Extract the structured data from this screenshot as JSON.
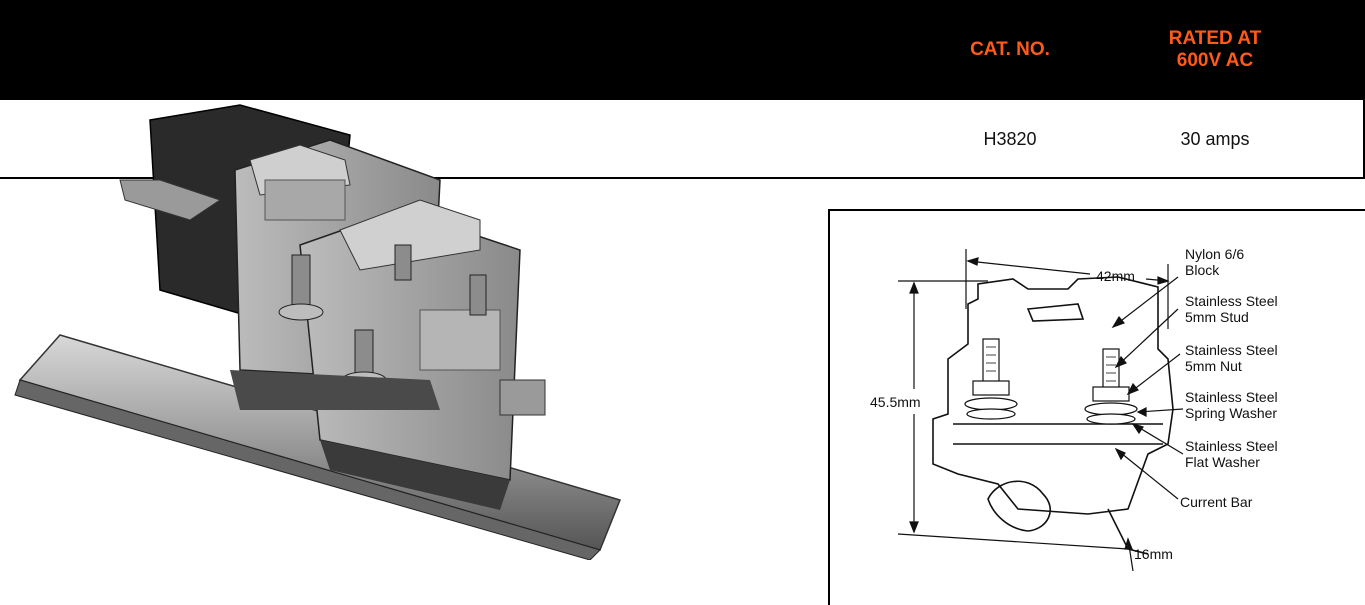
{
  "table": {
    "headers": {
      "cat_no": "CAT. NO.",
      "rated_line1": "RATED AT",
      "rated_line2": "600V AC"
    },
    "rows": [
      {
        "cat_no": "H3820",
        "rating": "30 amps"
      }
    ]
  },
  "diagram": {
    "dimensions": {
      "width": "42mm",
      "height": "45.5mm",
      "depth": "16mm"
    },
    "callouts": [
      {
        "line1": "Nylon 6/6",
        "line2": "Block"
      },
      {
        "line1": "Stainless Steel",
        "line2": "5mm Stud"
      },
      {
        "line1": "Stainless Steel",
        "line2": "5mm Nut"
      },
      {
        "line1": "Stainless Steel",
        "line2": "Spring Washer"
      },
      {
        "line1": "Stainless Steel",
        "line2": "Flat Washer"
      },
      {
        "line1": "Current Bar",
        "line2": ""
      }
    ]
  },
  "colors": {
    "header_bg": "#000000",
    "header_text": "#ff5a1a"
  }
}
